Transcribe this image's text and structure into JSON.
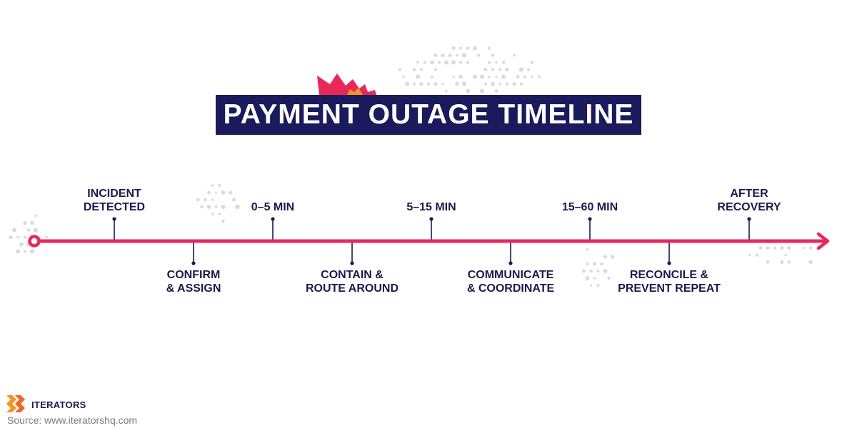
{
  "title": "PAYMENT OUTAGE TIMELINE",
  "colors": {
    "timeline": "#e8285a",
    "text": "#1a1a4e",
    "title_bg": "#1a1a5c",
    "title_text": "#ffffff",
    "dots": "#d9d9e3",
    "flame_outer": "#e8285a",
    "flame_inner": "#f7941d"
  },
  "timeline": {
    "above": [
      {
        "id": "incident-detected",
        "label": "INCIDENT\nDETECTED"
      },
      {
        "id": "0-5-min",
        "label": "0–5 MIN"
      },
      {
        "id": "5-15-min",
        "label": "5–15 MIN"
      },
      {
        "id": "15-60-min",
        "label": "15–60 MIN"
      },
      {
        "id": "after-recovery",
        "label": "AFTER\nRECOVERY"
      }
    ],
    "below": [
      {
        "id": "confirm-assign",
        "label": "CONFIRM\n& ASSIGN"
      },
      {
        "id": "contain-route-around",
        "label": "CONTAIN &\nROUTE AROUND"
      },
      {
        "id": "communicate-coordinate",
        "label": "COMMUNICATE\n& COORDINATE"
      },
      {
        "id": "reconcile-prevent",
        "label": "RECONCILE &\nPREVENT REPEAT"
      }
    ]
  },
  "branding": {
    "name": "ITERATORS",
    "logo_icon": "iterators-logo-icon",
    "source": "Source: www.iteratorshq.com"
  }
}
